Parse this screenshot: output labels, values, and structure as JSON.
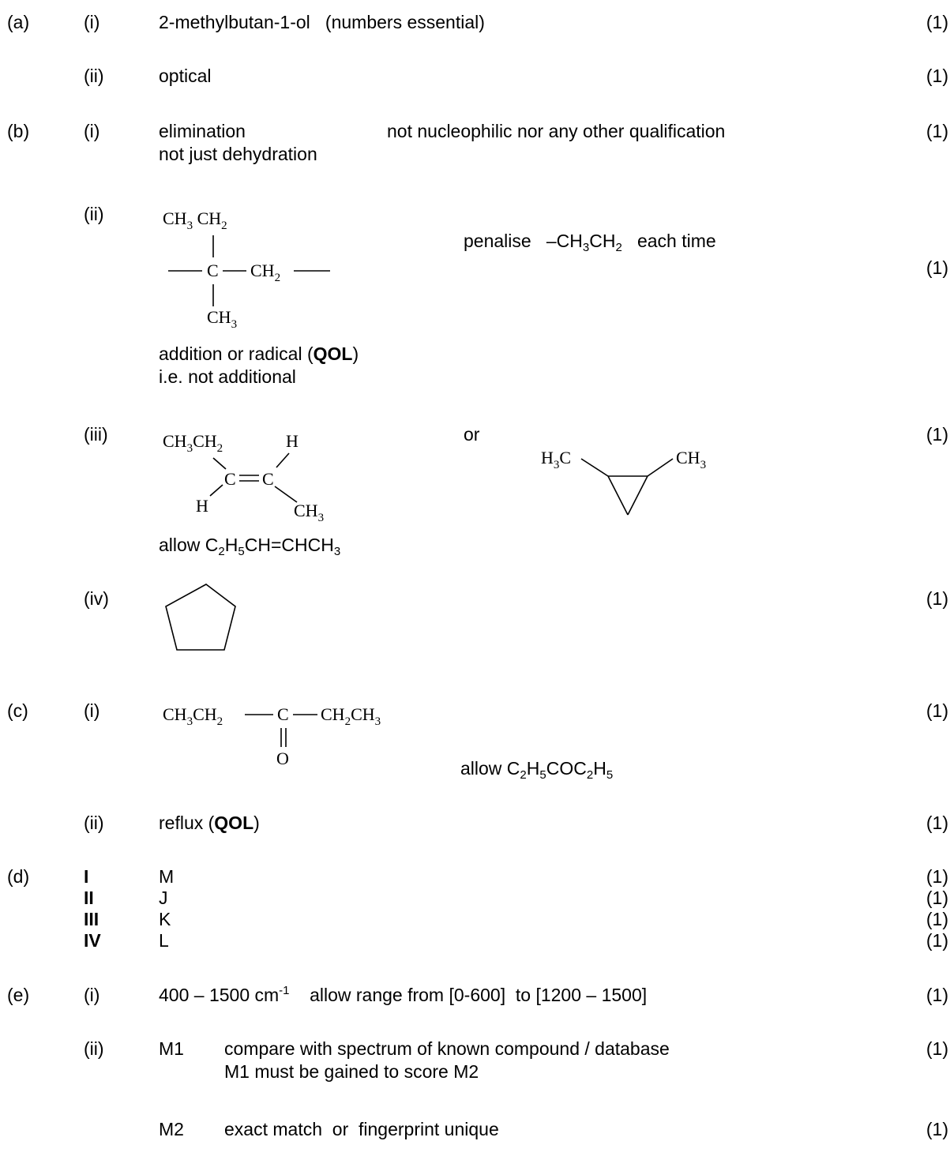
{
  "a": {
    "label": "(a)",
    "i": {
      "num": "(i)",
      "text": "2-methylbutan-1-ol   (numbers essential)",
      "mark": "(1)"
    },
    "ii": {
      "num": "(ii)",
      "text": "optical",
      "mark": "(1)"
    }
  },
  "b": {
    "label": "(b)",
    "i": {
      "num": "(i)",
      "text": "elimination",
      "note": "not nucleophilic nor any other qualification",
      "note2": "not just dehydration",
      "mark": "(1)"
    },
    "ii": {
      "num": "(ii)",
      "struct": {
        "ch3ch2": "CH",
        "ch3ch2_2": "CH",
        "c": "C",
        "ch2": "CH",
        "ch3": "CH",
        "sub3": "3",
        "sub2": "2"
      },
      "note_a": "penalise   –CH",
      "note_sub3": "3",
      "note_b": "CH",
      "note_sub2": "2",
      "note_c": "   each time",
      "line1_a": "addition or radical  (",
      "line1_b": "QOL",
      "line1_c": ")",
      "line2": "i.e. not additional",
      "mark": "(1)"
    },
    "iii": {
      "num": "(iii)",
      "or": "or",
      "alkene": {
        "ch3ch2": "CH",
        "h": "H",
        "c": "C",
        "ch3": "CH"
      },
      "cyclo": {
        "left": "H",
        "left_c": "C",
        "right": "CH",
        "sub": "3"
      },
      "allow_a": "allow  C",
      "allow_s1": "2",
      "allow_b": "H",
      "allow_s2": "5",
      "allow_c": "CH=CHCH",
      "allow_s3": "3",
      "mark": "(1)"
    },
    "iv": {
      "num": "(iv)",
      "mark": "(1)"
    }
  },
  "c": {
    "label": "(c)",
    "i": {
      "num": "(i)",
      "struct": {
        "left": "CH",
        "left_b": "CH",
        "c": "C",
        "right": "CH",
        "right_b": "CH",
        "o": "O"
      },
      "allow_a": "allow C",
      "allow_s1": "2",
      "allow_b": "H",
      "allow_s2": "5",
      "allow_c": "COC",
      "allow_s3": "2",
      "allow_d": "H",
      "allow_s4": "5",
      "mark": "(1)"
    },
    "ii": {
      "num": "(ii)",
      "text_a": "reflux  (",
      "text_b": "QOL",
      "text_c": ")",
      "mark": "(1)"
    }
  },
  "d": {
    "label": "(d)",
    "rows": [
      {
        "num": "I",
        "val": "M",
        "mark": "(1)"
      },
      {
        "num": "II",
        "val": "J",
        "mark": "(1)"
      },
      {
        "num": "III",
        "val": "K",
        "mark": "(1)"
      },
      {
        "num": "IV",
        "val": "L",
        "mark": "(1)"
      }
    ]
  },
  "e": {
    "label": "(e)",
    "i": {
      "num": "(i)",
      "text_a": "400 – 1500 cm",
      "sup": "-1",
      "text_b": "    allow range from [0-600]  to [1200 – 1500]",
      "mark": "(1)"
    },
    "ii": {
      "num": "(ii)",
      "m1": "M1",
      "m1_text": "compare with spectrum of known compound / database",
      "m1_note": "M1 must be gained to score M2",
      "m1_mark": "(1)",
      "m2": "M2",
      "m2_text": "exact match  or  fingerprint unique",
      "m2_mark": "(1)"
    }
  }
}
